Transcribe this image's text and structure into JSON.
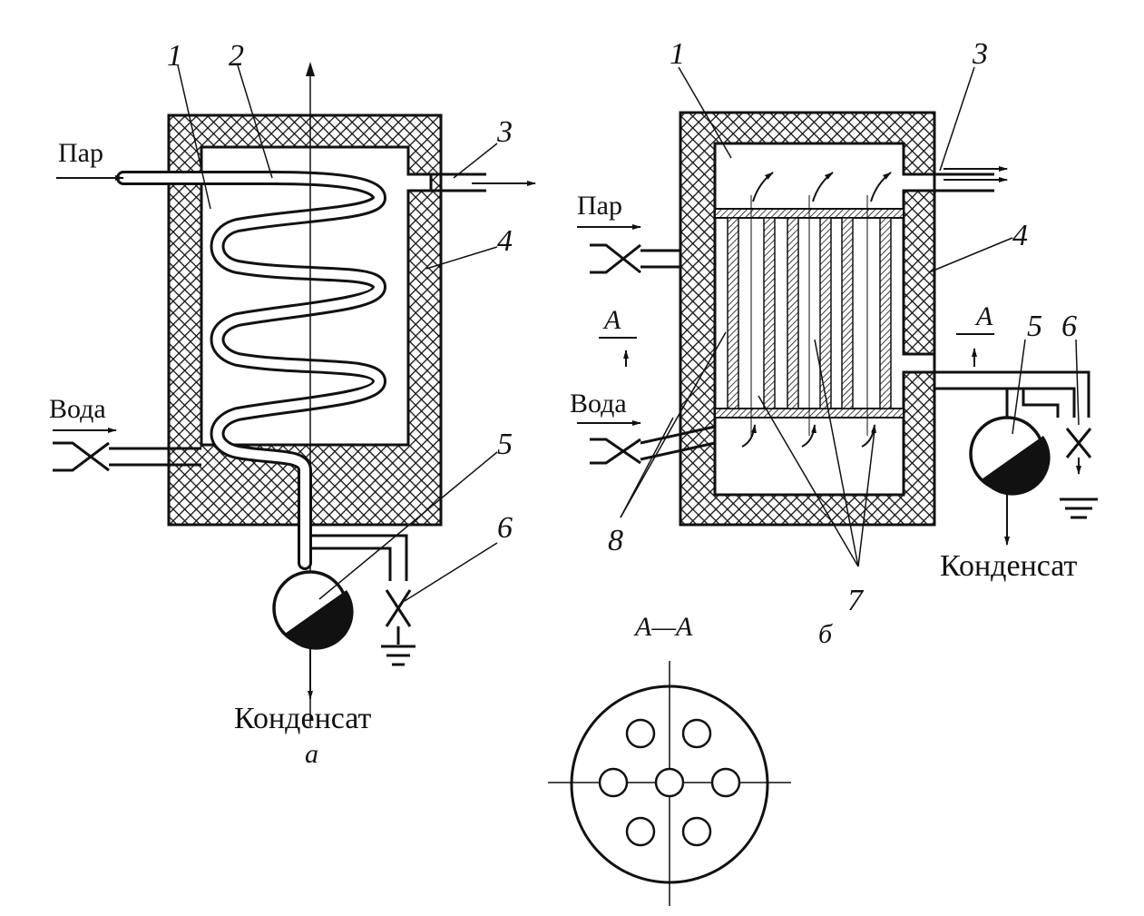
{
  "colors": {
    "ink": "#111111",
    "paper": "#ffffff"
  },
  "labels": {
    "steam": "Пар",
    "water": "Вода",
    "condensate": "Конденсат",
    "section": "A—A",
    "section_mark": "A"
  },
  "left": {
    "sublabel": "а",
    "numbers": [
      "1",
      "2",
      "3",
      "4",
      "5",
      "6"
    ]
  },
  "right": {
    "sublabel": "б",
    "numbers": [
      "1",
      "3",
      "4",
      "5",
      "6",
      "7",
      "8"
    ]
  }
}
